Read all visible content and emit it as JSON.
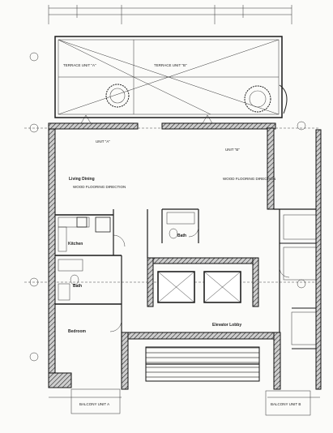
{
  "plan": {
    "terrace_a": "TERRACE UNIT \"A\"",
    "terrace_b": "TERRACE UNIT \"B\"",
    "unit_a": "UNIT \"A\"",
    "unit_b": "UNIT \"B\"",
    "living_dining": "Living Dining",
    "kitchen": "Kitchen",
    "bath_a": "Bath",
    "bath_b": "Bath",
    "bedroom": "Bedroom",
    "elevator_lobby": "Elevator Lobby",
    "balcony_a": "BALCONY UNIT A",
    "balcony_b": "BALCONY UNIT B",
    "flooring_a": "WOOD FLOORING DIRECTION",
    "flooring_b": "WOOD FLOORING DIRECTION"
  }
}
